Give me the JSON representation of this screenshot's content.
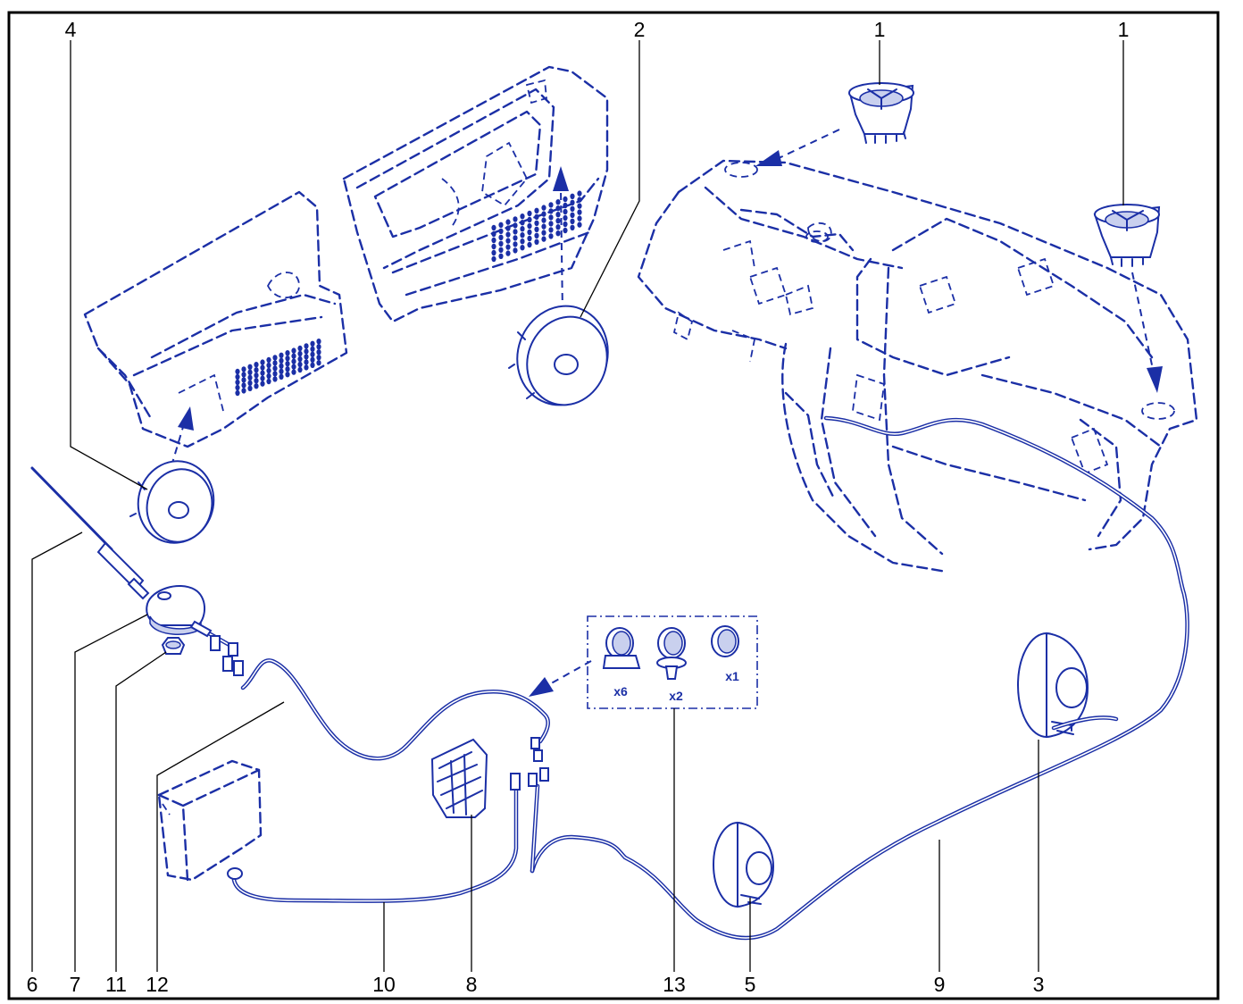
{
  "callouts": {
    "top_4": "4",
    "top_2": "2",
    "top_1a": "1",
    "top_1b": "1",
    "bottom_6": "6",
    "bottom_7": "7",
    "bottom_11": "11",
    "bottom_12": "12",
    "bottom_10": "10",
    "bottom_8": "8",
    "bottom_13": "13",
    "bottom_5": "5",
    "bottom_9": "9",
    "bottom_3": "3"
  },
  "kit": {
    "qty_a": "x6",
    "qty_b": "x2",
    "qty_c": "x1"
  },
  "colors": {
    "line": "#1b2fa6",
    "frame": "#000000"
  }
}
